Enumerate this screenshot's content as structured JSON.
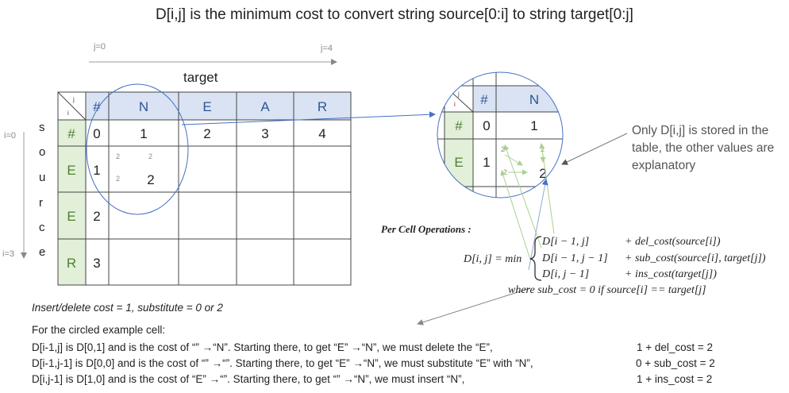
{
  "title": "D[i,j] is the minimum cost to convert string source[0:i] to string target[0:j]",
  "axis": {
    "j_start": "j=0",
    "j_end": "j=4",
    "i_start": "i=0",
    "i_end": "i=3"
  },
  "target_label": "target",
  "source_letters": [
    "s",
    "o",
    "u",
    "r",
    "c",
    "e"
  ],
  "table": {
    "corner_top": "j",
    "corner_bottom": "i",
    "col_headers": [
      "#",
      "N",
      "E",
      "A",
      "R"
    ],
    "row_headers": [
      "#",
      "E",
      "E",
      "R"
    ],
    "first_row": [
      "0",
      "1",
      "2",
      "3",
      "4"
    ],
    "first_col": [
      "0",
      "1",
      "2",
      "3"
    ],
    "example_cell": {
      "diag": "2",
      "up": "2",
      "left": "2",
      "value": "2"
    }
  },
  "zoom": {
    "col_headers": [
      "#",
      "N"
    ],
    "row_headers": [
      "#",
      "E"
    ],
    "values": [
      "0",
      "1",
      "1"
    ],
    "example": {
      "diag": "2",
      "up": "2",
      "left": "2",
      "value": "2"
    }
  },
  "note": "Only D[i,j] is stored in the table, the other values are explanatory",
  "per_cell": {
    "heading": "Per Cell  Operations :",
    "lhs": "D[i, j] = min",
    "rows": [
      {
        "term": "D[i − 1, j]",
        "op": "+ del_cost(source[i])"
      },
      {
        "term": "D[i − 1, j − 1]",
        "op": "+ sub_cost(source[i], target[j])"
      },
      {
        "term": "D[i, j − 1]",
        "op": "+ ins_cost(target[j])"
      }
    ],
    "where": "where sub_cost = 0  if source[i] == target[j]"
  },
  "cost_line": "Insert/delete cost = 1, substitute = 0 or 2",
  "explain_heading": "For the circled example cell:",
  "explain": [
    {
      "text": "D[i-1,j]    is D[0,1] and is the cost of “” →“N”. Starting there, to get “E” →“N”, we must delete the “E”,",
      "cost": "1 + del_cost = 2"
    },
    {
      "text": "D[i-1,j-1] is D[0,0] and is the cost of “” →“”.   Starting there, to get “E” →“N”, we must substitute “E” with “N”,",
      "cost": "0 + sub_cost = 2"
    },
    {
      "text": "D[i,j-1]    is D[1,0] and is the cost of “E” →“”.  Starting there, to get “” →“N”,   we must insert “N”,",
      "cost": "1 + ins_cost = 2"
    }
  ],
  "colors": {
    "header_blue": "#dae3f3",
    "header_green": "#e2efd9",
    "green_text": "#4f7f2f",
    "blue_text": "#2e5597",
    "line_blue": "#4472c4",
    "arrow_green": "#a9d18e"
  }
}
